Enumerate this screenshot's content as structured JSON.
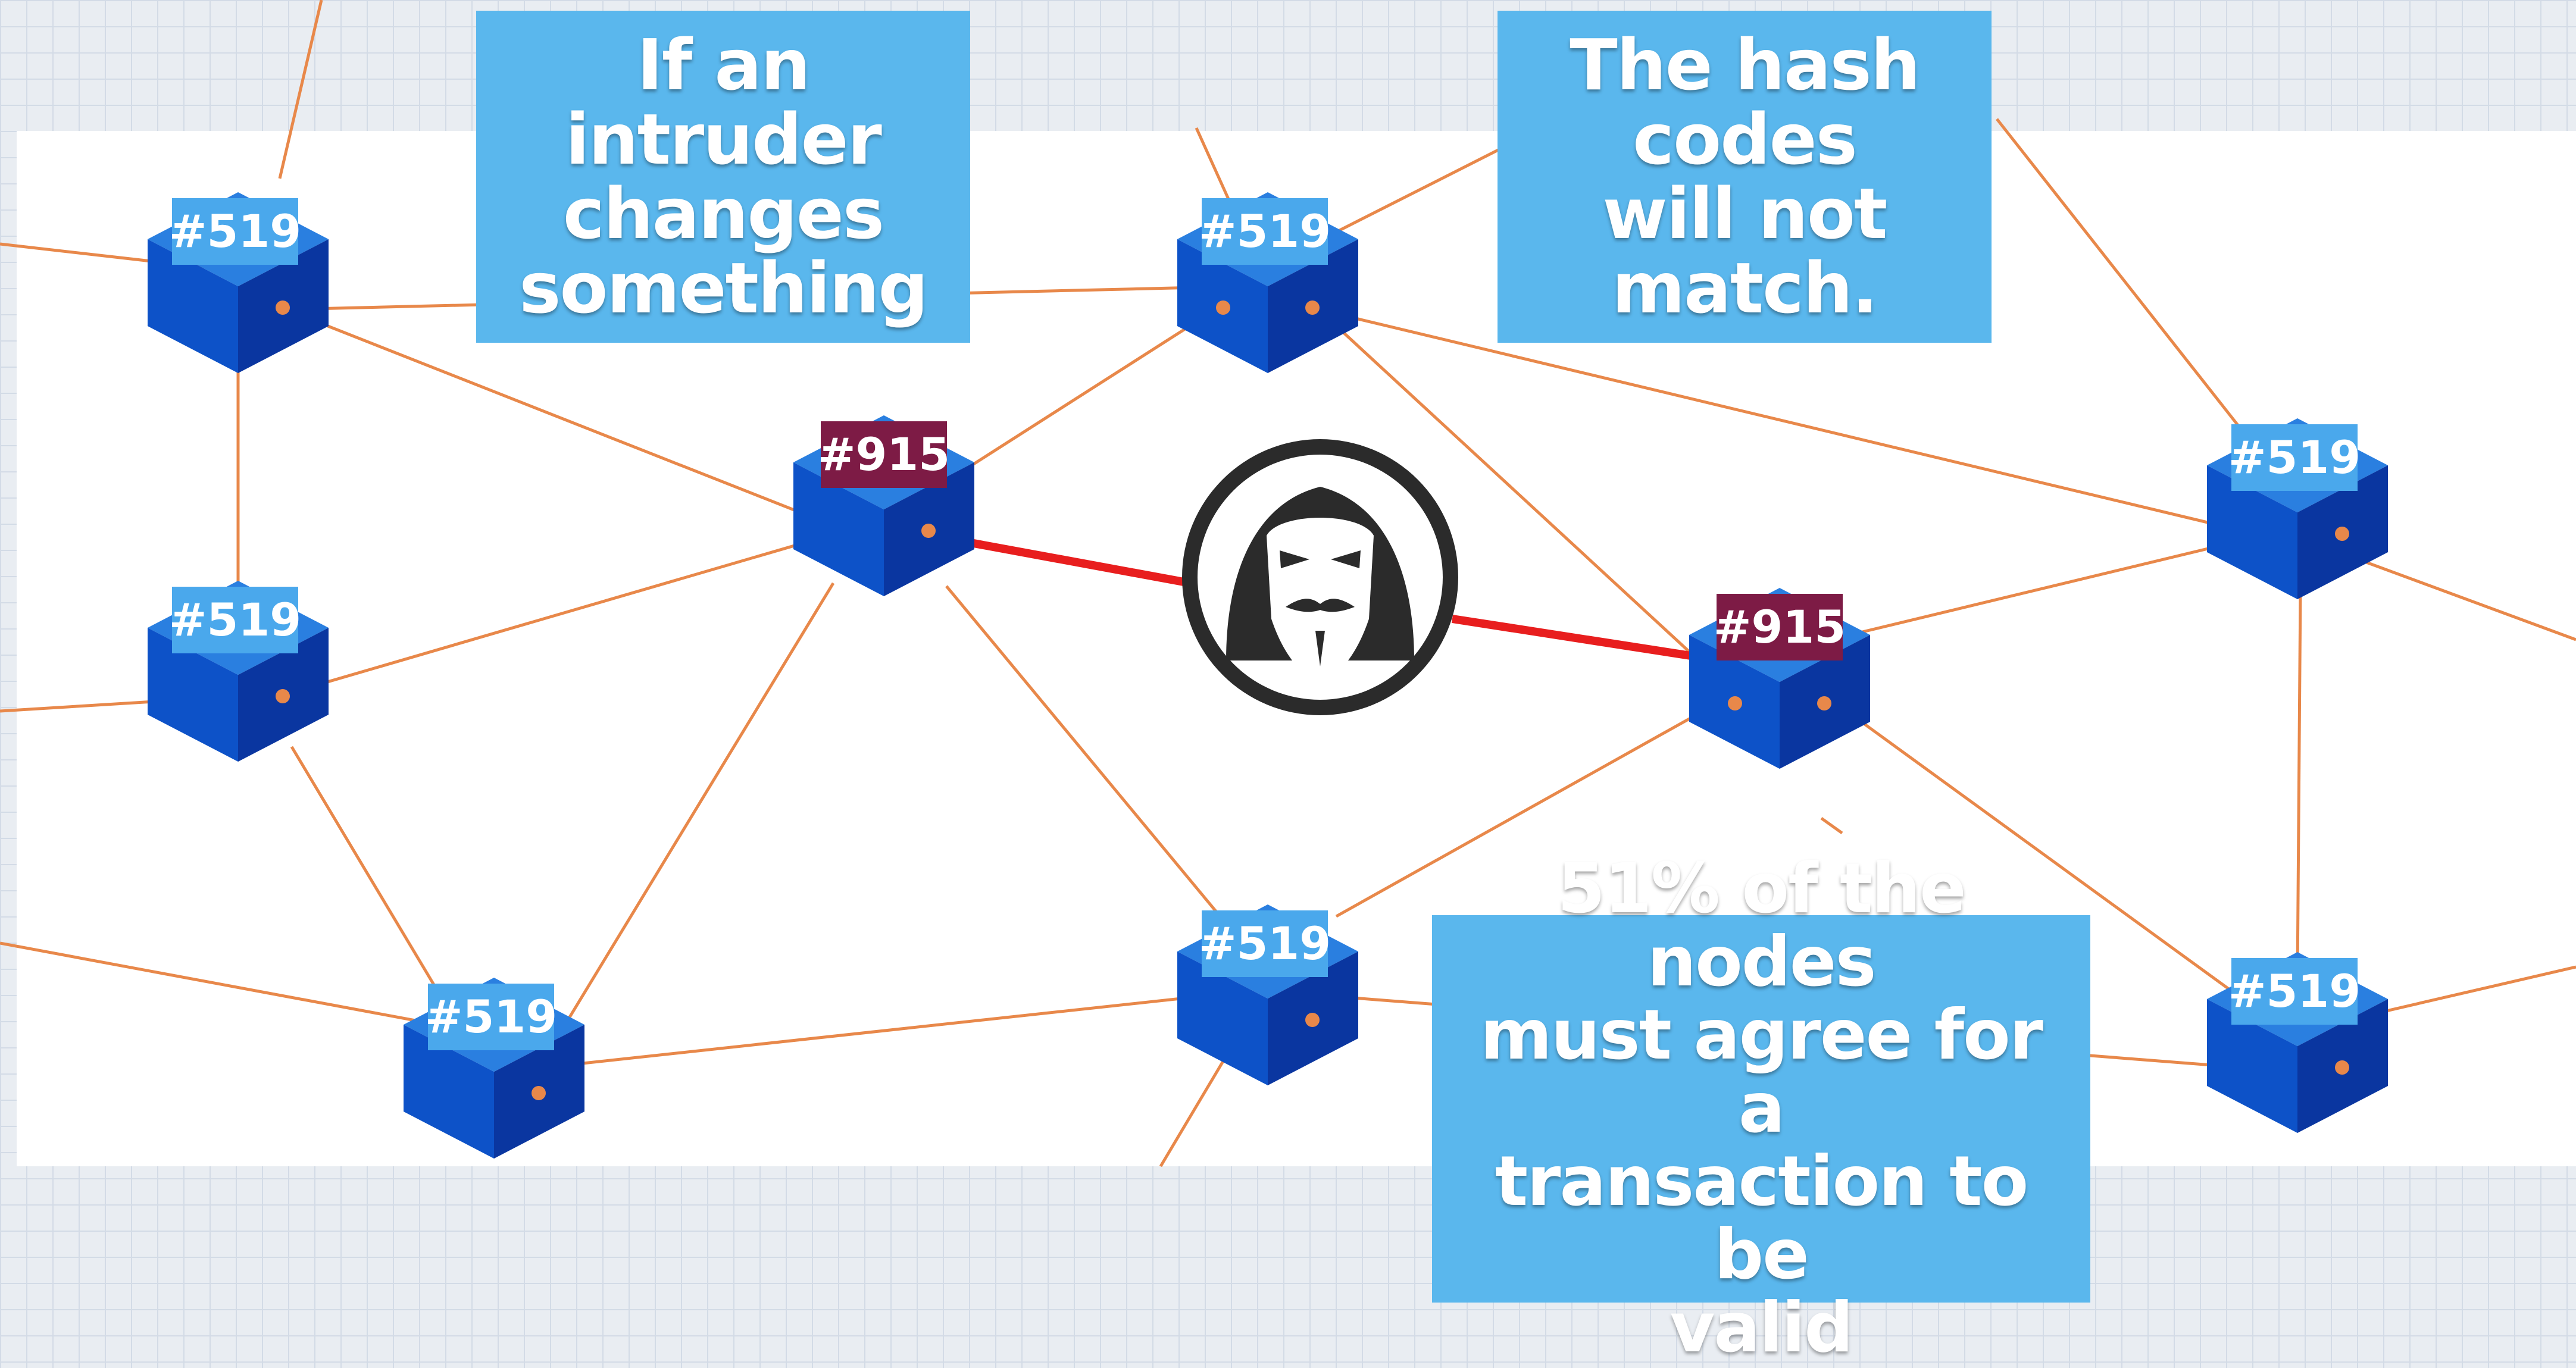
{
  "callouts": {
    "intruder": "If an intruder\nchanges\nsomething",
    "hash": "The hash codes\nwill not\nmatch.",
    "consensus": "51% of the nodes\nmust agree for a\ntransaction to be\nvalid"
  },
  "nodes": [
    {
      "id": "n1",
      "label": "#519",
      "status": "valid"
    },
    {
      "id": "n2",
      "label": "#519",
      "status": "valid"
    },
    {
      "id": "n3",
      "label": "#519",
      "status": "valid"
    },
    {
      "id": "n4",
      "label": "#915",
      "status": "tampered"
    },
    {
      "id": "n5",
      "label": "#519",
      "status": "valid"
    },
    {
      "id": "n6",
      "label": "#519",
      "status": "valid"
    },
    {
      "id": "n7",
      "label": "#915",
      "status": "tampered"
    },
    {
      "id": "n8",
      "label": "#519",
      "status": "valid"
    },
    {
      "id": "n9",
      "label": "#519",
      "status": "valid"
    }
  ],
  "intruder": {
    "icon": "anonymous-mask-icon"
  },
  "colors": {
    "callout": "#5ab7ed",
    "link": "#e8884a",
    "tamper_link": "#e81e1e",
    "cube_top": "#2a7fe0",
    "cube_left": "#0d52c8",
    "cube_right": "#0a36a0",
    "valid_label": "#4aa8ec",
    "tampered_label": "#7d1b45"
  }
}
